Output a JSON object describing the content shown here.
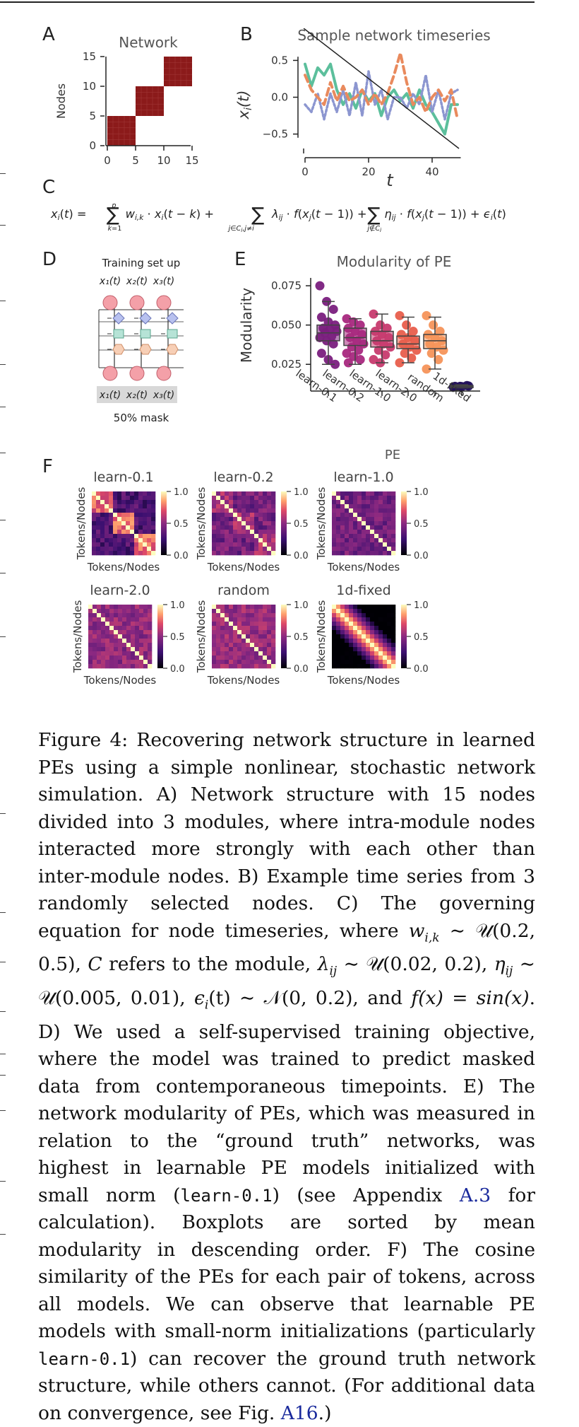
{
  "panels": {
    "A": {
      "label": "A",
      "title": "Network",
      "ylabel": "Nodes",
      "yticks": [
        "15",
        "10",
        "5",
        "0"
      ],
      "xticks": [
        "0",
        "5",
        "10",
        "15"
      ],
      "block_color": "#8b1a1a"
    },
    "B": {
      "label": "B",
      "title": "Sample network timeseries",
      "ylabel": "x_i(t)",
      "xlabel": "t",
      "yticks": [
        "0.5",
        "0.0",
        "−0.5"
      ],
      "xticks": [
        "0",
        "20",
        "40"
      ],
      "colors": [
        "#5cbf9c",
        "#8c96d0",
        "#e98a5d"
      ]
    },
    "C": {
      "label": "C"
    },
    "D": {
      "label": "D",
      "title": "Training set up",
      "top_labels": [
        "x₁(t)",
        "x₂(t)",
        "x₃(t)"
      ],
      "bottom_labels": [
        "x₁(t)",
        "x₂(t)",
        "x₃(t)"
      ],
      "footer": "50% mask"
    },
    "E": {
      "label": "E",
      "title": "Modularity of PE",
      "ylabel": "Modularity",
      "xlabel": "PE",
      "yticks": [
        "0.075",
        "0.050",
        "0.025"
      ]
    },
    "F": {
      "label": "F",
      "axis_label": "Tokens/Nodes",
      "cbar_ticks": [
        "1.0",
        "0.5",
        "0.0"
      ],
      "heatmaps": [
        {
          "title": "learn-0.1"
        },
        {
          "title": "learn-0.2"
        },
        {
          "title": "learn-1.0"
        },
        {
          "title": "learn-2.0"
        },
        {
          "title": "random"
        },
        {
          "title": "1d-fixed"
        }
      ]
    }
  },
  "chart_data": [
    {
      "type": "heatmap",
      "panel": "A",
      "title": "Network",
      "ylabel": "Nodes",
      "xlim": [
        0,
        15
      ],
      "ylim": [
        0,
        15
      ],
      "modules": [
        [
          0,
          5
        ],
        [
          5,
          10
        ],
        [
          10,
          15
        ]
      ]
    },
    {
      "type": "line",
      "panel": "B",
      "title": "Sample network timeseries",
      "xlabel": "t",
      "ylabel": "x_i(t)",
      "xlim": [
        0,
        50
      ],
      "ylim": [
        -0.6,
        0.6
      ],
      "x": [
        0,
        2,
        4,
        6,
        8,
        10,
        12,
        14,
        16,
        18,
        20,
        22,
        24,
        26,
        28,
        30,
        32,
        34,
        36,
        38,
        40,
        42,
        44,
        46,
        48
      ],
      "series": [
        {
          "values": [
            0.45,
            0.15,
            0.4,
            0.3,
            0.45,
            0.1,
            -0.1,
            0.05,
            -0.15,
            0.1,
            -0.05,
            0.05,
            -0.25,
            0.0,
            0.1,
            -0.05,
            0.05,
            -0.15,
            0.1,
            -0.1,
            -0.2,
            -0.35,
            -0.5,
            -0.1,
            -0.1
          ]
        },
        {
          "values": [
            -0.1,
            -0.2,
            0.05,
            -0.3,
            0.05,
            -0.2,
            0.1,
            -0.25,
            0.2,
            -0.25,
            0.35,
            -0.1,
            0.1,
            -0.3,
            0.0,
            0.0,
            -0.15,
            0.05,
            -0.1,
            0.3,
            -0.2,
            0.1,
            -0.3,
            0.05,
            0.1
          ]
        },
        {
          "values": [
            0.3,
            0.1,
            0.0,
            -0.1,
            0.2,
            -0.05,
            0.15,
            -0.05,
            0.0,
            0.1,
            -0.1,
            0.05,
            -0.1,
            0.05,
            0.3,
            0.6,
            0.2,
            -0.1,
            0.0,
            -0.2,
            0.0,
            0.1,
            -0.05,
            0.1,
            -0.3
          ]
        }
      ]
    },
    {
      "type": "box",
      "panel": "E",
      "title": "Modularity of PE",
      "xlabel": "PE",
      "ylabel": "Modularity",
      "ylim": [
        0.008,
        0.08
      ],
      "categories": [
        "learn-0.1",
        "learn-0.2",
        "learn-1.0",
        "learn-2.0",
        "random",
        "1d-fixed"
      ],
      "colors": [
        "#7a1f7e",
        "#a8287e",
        "#c73a6e",
        "#e85e4c",
        "#f5935a",
        "#22105c"
      ],
      "boxes": [
        {
          "q1": 0.04,
          "median": 0.045,
          "q3": 0.05,
          "whisker_low": 0.025,
          "whisker_high": 0.065,
          "points": [
            0.075,
            0.065,
            0.06,
            0.055,
            0.052,
            0.05,
            0.048,
            0.047,
            0.046,
            0.045,
            0.043,
            0.042,
            0.04,
            0.038,
            0.032,
            0.028,
            0.025
          ]
        },
        {
          "q1": 0.037,
          "median": 0.042,
          "q3": 0.048,
          "whisker_low": 0.025,
          "whisker_high": 0.054,
          "points": [
            0.054,
            0.052,
            0.05,
            0.048,
            0.046,
            0.044,
            0.042,
            0.04,
            0.038,
            0.036,
            0.034,
            0.032,
            0.03,
            0.028,
            0.026
          ]
        },
        {
          "q1": 0.036,
          "median": 0.04,
          "q3": 0.046,
          "whisker_low": 0.026,
          "whisker_high": 0.057,
          "points": [
            0.057,
            0.05,
            0.048,
            0.046,
            0.044,
            0.042,
            0.04,
            0.038,
            0.036,
            0.034,
            0.031,
            0.028,
            0.026
          ]
        },
        {
          "q1": 0.035,
          "median": 0.038,
          "q3": 0.043,
          "whisker_low": 0.026,
          "whisker_high": 0.055,
          "points": [
            0.056,
            0.05,
            0.046,
            0.044,
            0.042,
            0.04,
            0.038,
            0.036,
            0.034,
            0.032,
            0.029,
            0.026
          ]
        },
        {
          "q1": 0.035,
          "median": 0.04,
          "q3": 0.044,
          "whisker_low": 0.022,
          "whisker_high": 0.055,
          "points": [
            0.056,
            0.05,
            0.046,
            0.044,
            0.042,
            0.04,
            0.038,
            0.036,
            0.034,
            0.032,
            0.028,
            0.022
          ]
        },
        {
          "q1": 0.0105,
          "median": 0.011,
          "q3": 0.0115,
          "whisker_low": 0.01,
          "whisker_high": 0.012,
          "points": [
            0.0105,
            0.011,
            0.0115,
            0.011,
            0.0108,
            0.0112
          ]
        }
      ]
    },
    {
      "type": "heatmap",
      "panel": "F",
      "size": 15,
      "colorbar": [
        0.0,
        1.0
      ],
      "maps": [
        {
          "title": "learn-0.1",
          "pattern": "modular",
          "within": 0.75,
          "between": 0.3
        },
        {
          "title": "learn-0.2",
          "pattern": "modular",
          "within": 0.55,
          "between": 0.42
        },
        {
          "title": "learn-1.0",
          "pattern": "uniform",
          "within": 0.42,
          "between": 0.42
        },
        {
          "title": "learn-2.0",
          "pattern": "uniform",
          "within": 0.5,
          "between": 0.5
        },
        {
          "title": "random",
          "pattern": "uniform",
          "within": 0.52,
          "between": 0.52
        },
        {
          "title": "1d-fixed",
          "pattern": "banded",
          "within": 1.0,
          "between": 0.0
        }
      ]
    }
  ],
  "caption": {
    "p1": "Figure 4: Recovering network structure in learned PEs using a simple nonlinear, stochastic network simulation. A) Network structure with 15 nodes divided into 3 modules, where intra-module nodes interacted more strongly with each other than inter-module nodes. B) Example time series from 3 randomly selected nodes. C) The governing equation for node timeseries, where ",
    "m1": "w",
    "p1b": "i,k",
    "p1c": " ∼ 𝒰(0.2, 0.5), ",
    "m2": "C",
    "p2": " refers to the module, ",
    "p2m": "λ",
    "p2s": "ij",
    "p2b": " ∼ 𝒰(0.02, 0.2), ",
    "p2m2": "η",
    "p2s2": "ij",
    "p2c": " ∼ 𝒰(0.005, 0.01), ",
    "p2m3": "ϵ",
    "p2s3": "i",
    "p2d": "(t) ∼ 𝒩(0, 0.2), and ",
    "p2m4": "f(x) = sin(x)",
    "p3": ". D) We used a self-supervised training objective, where the model was trained to predict masked data from contemporaneous timepoints. E) The network modularity of PEs, which was measured in relation to the “ground truth” networks, was highest in learnable PE models initialized with small norm (",
    "code1": "learn-0.1",
    "p4": ") (see Appendix ",
    "ref1": "A.3",
    "p5": " for calculation). Boxplots are sorted by mean modularity in descending order. F) The cosine similarity of the PEs for each pair of tokens, across all models. We can observe that learnable PE models with small-norm initializations (particularly ",
    "code2": "learn-0.1",
    "p6": ") can recover the ground truth network structure, while others cannot. (For additional data on convergence, see Fig. ",
    "ref2": "A16",
    "p7": ".)"
  }
}
